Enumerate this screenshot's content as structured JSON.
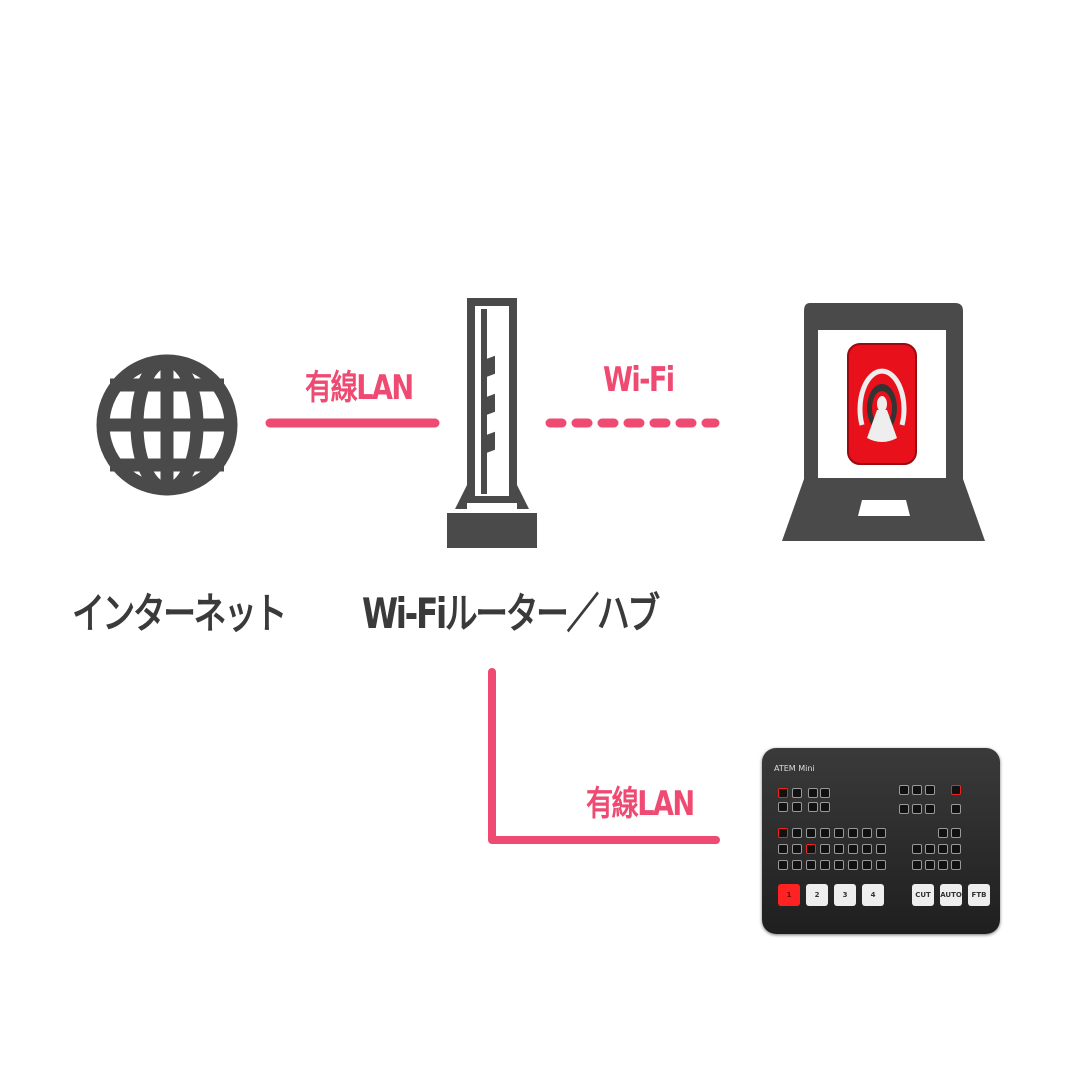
{
  "nodes": {
    "internet": {
      "label": "インターネット",
      "icon": "globe-icon"
    },
    "router": {
      "label": "Wi-Fiルーター／ハブ",
      "icon": "router-icon"
    },
    "laptop": {
      "icon": "laptop-icon",
      "app_icon": "broadcast-app-icon"
    },
    "switcher": {
      "icon": "atem-switcher",
      "title": "ATEM Mini",
      "buttons": [
        "1",
        "2",
        "3",
        "4",
        "CUT",
        "AUTO",
        "FTB"
      ]
    }
  },
  "links": {
    "internet_router": "有線LAN",
    "router_laptop": "Wi-Fi",
    "router_switcher": "有線LAN"
  },
  "colors": {
    "link": "#ee4a72",
    "icon": "#4a4a4a",
    "app": "#e8101a"
  }
}
